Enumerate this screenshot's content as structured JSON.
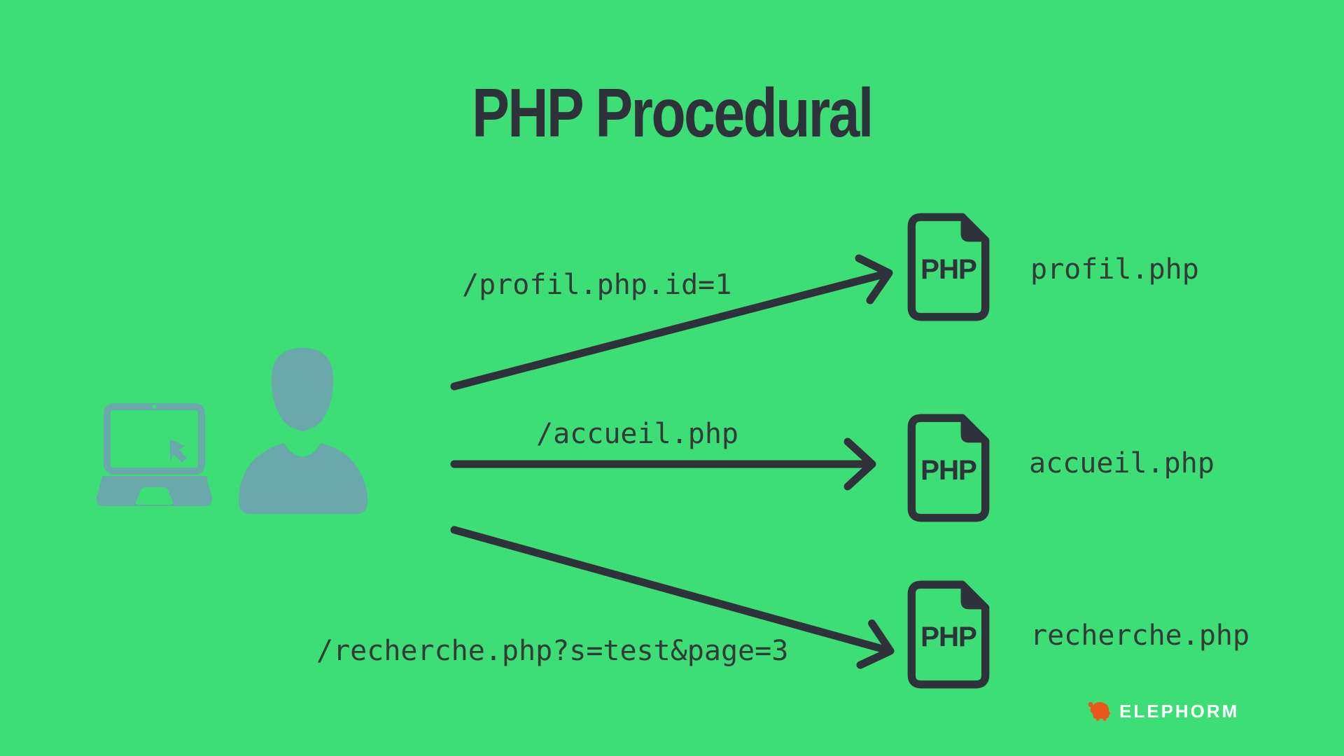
{
  "header": {
    "title": "PHP Procedural"
  },
  "requests": [
    {
      "url": "/profil.php.id=1",
      "file": "profil.php"
    },
    {
      "url": "/accueil.php",
      "file": "accueil.php"
    },
    {
      "url": "/recherche.php?s=test&page=3",
      "file": "recherche.php"
    }
  ],
  "file_badge": "PHP",
  "footer": {
    "brand": "ELEPHORM"
  },
  "colors": {
    "background": "#3dde75",
    "ink": "#2f323a",
    "client_icon": "#6aa8ab",
    "brand_orange": "#ea571d",
    "brand_text": "#ffffff"
  }
}
